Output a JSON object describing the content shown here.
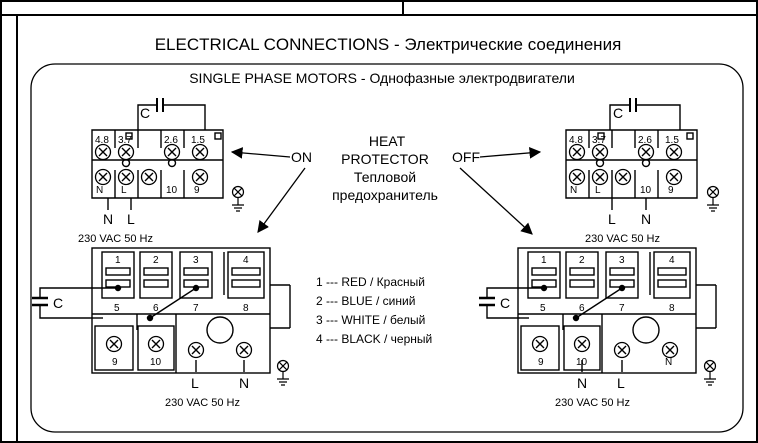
{
  "title": "ELECTRICAL CONNECTIONS - Электрические соединения",
  "subtitle": "SINGLE PHASE MOTORS - Однофазные электродвигатели",
  "protector": {
    "on_label": "ON",
    "off_label": "OFF",
    "line1": "HEAT",
    "line2": "PROTECTOR",
    "line3": "Тепловой",
    "line4": "предохранитель"
  },
  "top_blocks": {
    "capacitor_label": "C",
    "top_terminals": [
      "4.8",
      "3.7",
      "2.6",
      "1.5"
    ],
    "bottom_terminals": [
      "N",
      "L",
      "10",
      "9"
    ],
    "left_supply": [
      "N",
      "L"
    ],
    "right_supply": [
      "L",
      "N"
    ],
    "voltage": "230 VAC 50 Hz"
  },
  "bottom_blocks": {
    "capacitor_label": "C",
    "top_terminals": [
      "1",
      "2",
      "3",
      "4"
    ],
    "bottom_terminals": [
      "5",
      "6",
      "7",
      "8"
    ],
    "screw_labels_left": [
      "9",
      "10"
    ],
    "screw_labels_right": [
      "9",
      "10",
      "N"
    ],
    "left_supply": [
      "L",
      "N"
    ],
    "right_supply": [
      "N",
      "L"
    ],
    "voltage": "230 VAC 50 Hz"
  },
  "legend": [
    "1 --- RED / Красный",
    "2 --- BLUE / синий",
    "3 --- WHITE / белый",
    "4 --- BLACK / черный"
  ],
  "colors": {
    "line": "#000000",
    "background": "#ffffff"
  }
}
